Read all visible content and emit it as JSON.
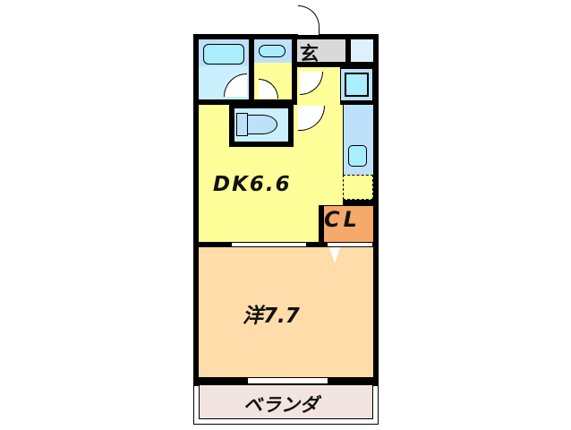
{
  "floorplan": {
    "rooms": {
      "entrance": {
        "label": "玄"
      },
      "dk": {
        "label": "DK6.6"
      },
      "closet": {
        "label": "CL"
      },
      "western_room": {
        "label": "洋7.7"
      },
      "balcony": {
        "label": "ベランダ"
      }
    },
    "colors": {
      "wall": "#000000",
      "dk": "#ffff99",
      "western": "#ffdcaa",
      "closet": "#f5a96a",
      "entrance": "#d9d9d9",
      "wet_area": "#bde0fb",
      "fixture": "#a9eefc",
      "balcony": "#f2e4e0"
    }
  }
}
